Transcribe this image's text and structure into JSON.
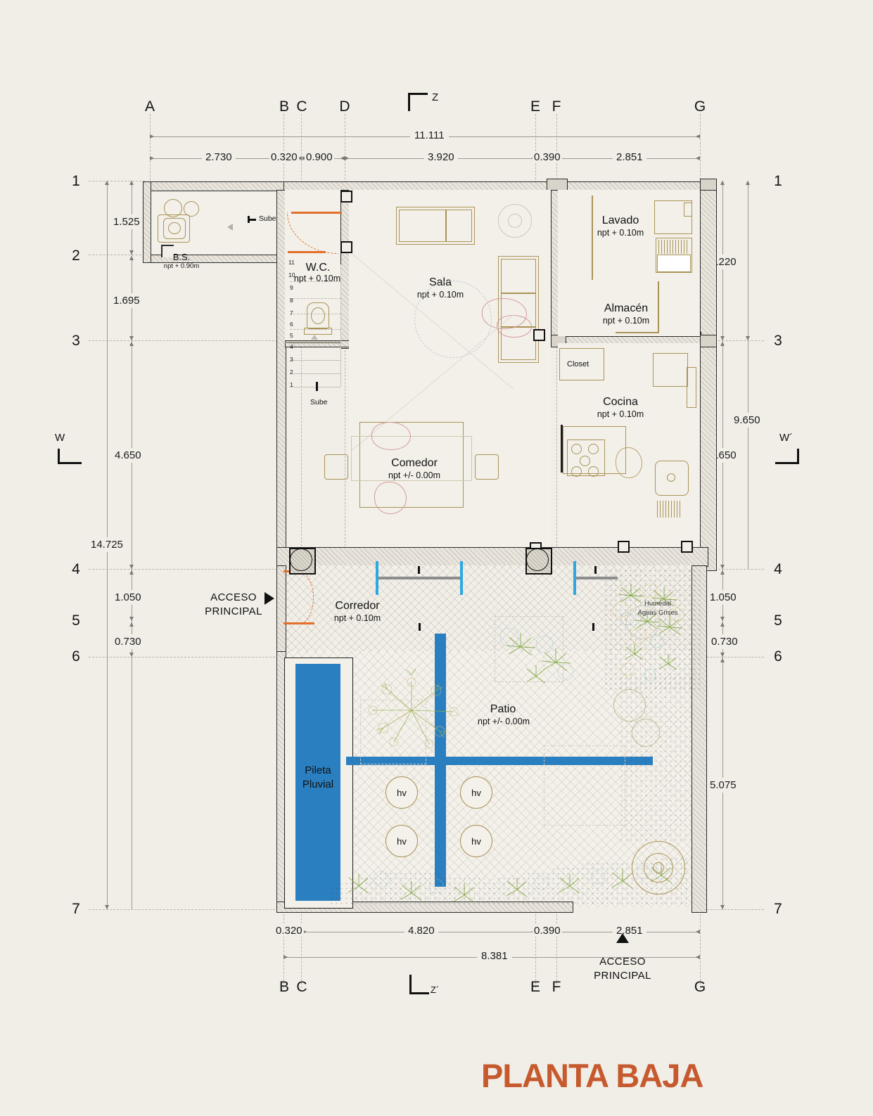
{
  "title": "PLANTA BAJA",
  "accent_color": "#c65a2e",
  "background_color": "#f1eee8",
  "water_color": "#2a7fc0",
  "door_color": "#e2702a",
  "window_color": "#2ea8e0",
  "grid": {
    "columns_top": [
      "A",
      "B",
      "C",
      "D",
      "E",
      "F",
      "G"
    ],
    "columns_bottom": [
      "B",
      "C",
      "E",
      "F",
      "G"
    ],
    "rows_left": [
      "1",
      "2",
      "3",
      "4",
      "5",
      "6",
      "7"
    ],
    "rows_right": [
      "1",
      "3",
      "4",
      "5",
      "6",
      "7"
    ]
  },
  "dimensions": {
    "top_overall": "11.111",
    "top_chain": [
      "2.730",
      "0.320",
      "0.900",
      "3.920",
      "0.390",
      "2.851"
    ],
    "bottom_overall": "8.381",
    "bottom_chain": [
      "0.320",
      "4.820",
      "0.390",
      "2.851"
    ],
    "left_overall": "14.725",
    "left_chain": [
      "1.525",
      "1.695",
      "4.650",
      "1.050",
      "0.730"
    ],
    "right_overall": "9.650",
    "right_chain": [
      "3.220",
      "4.650",
      "1.050",
      "0.730",
      "5.075"
    ]
  },
  "section_marks": {
    "z_top": "Z",
    "z_bottom": "Z´",
    "w_left": "W",
    "w_right": "W´"
  },
  "rooms": [
    {
      "name": "B.S.",
      "level": "npt + 0.90m"
    },
    {
      "name": "W.C.",
      "level": "npt + 0.10m"
    },
    {
      "name": "Sala",
      "level": "npt + 0.10m"
    },
    {
      "name": "Comedor",
      "level": "npt +/- 0.00m"
    },
    {
      "name": "Lavado",
      "level": "npt + 0.10m"
    },
    {
      "name": "Almacén",
      "level": "npt + 0.10m"
    },
    {
      "name": "Cocina",
      "level": "npt + 0.10m"
    },
    {
      "name": "Corredor",
      "level": "npt + 0.10m"
    },
    {
      "name": "Patio",
      "level": "npt +/- 0.00m"
    }
  ],
  "labels": {
    "closet": "Closet",
    "sube_upper": "Sube",
    "sube_lower": "Sube",
    "pileta": "Pileta\nPluvial",
    "pileta_line1": "Pileta",
    "pileta_line2": "Pluvial",
    "humedal_line1": "Humedal",
    "humedal_line2": "Aguas Grises",
    "acceso_line1": "ACCESO",
    "acceso_line2": "PRINCIPAL",
    "hv": "hv"
  },
  "stair": {
    "step_numbers": [
      "11",
      "10",
      "9",
      "8",
      "7",
      "6",
      "5",
      "4",
      "3",
      "2",
      "1"
    ],
    "direction_label": "Sube"
  }
}
